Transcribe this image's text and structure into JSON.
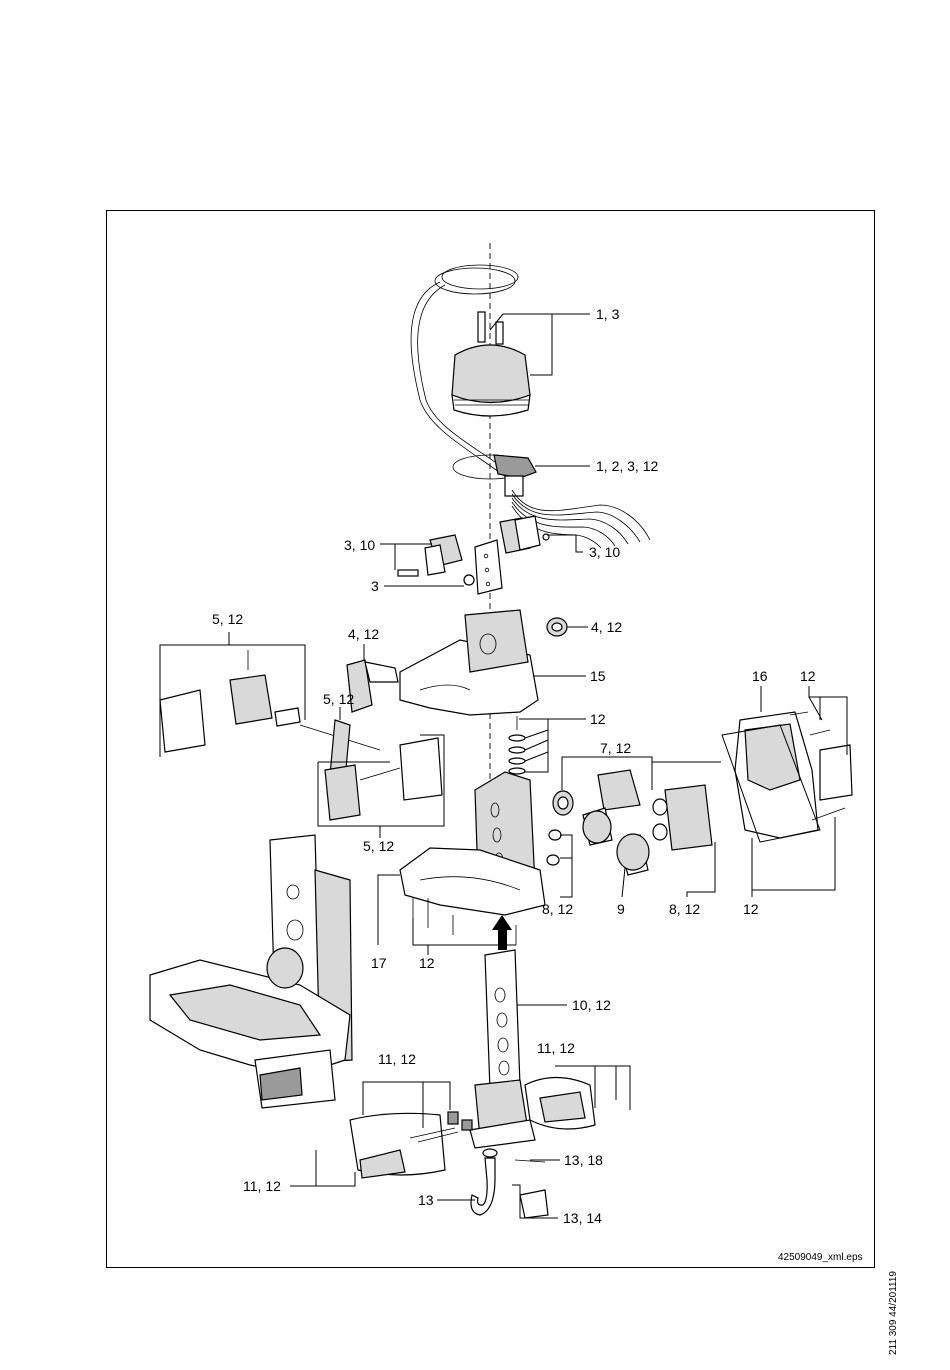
{
  "callouts": {
    "c1": "1, 3",
    "c2": "1, 2, 3, 12",
    "c3": "3, 10",
    "c4": "3, 10",
    "c5": "3",
    "c6": "4, 12",
    "c7": "4, 12",
    "c8": "5, 12",
    "c9": "15",
    "c10": "5, 12",
    "c11": "16",
    "c12": "12",
    "c13": "12",
    "c14": "7, 12",
    "c15": "5, 12",
    "c16": "8, 12",
    "c17": "9",
    "c18": "8, 12",
    "c19": "12",
    "c20": "17",
    "c21": "12",
    "c22": "10, 12",
    "c23": "11, 12",
    "c24": "11, 12",
    "c25": "13, 18",
    "c26": "11, 12",
    "c27": "13",
    "c28": "13, 14"
  },
  "file_name": "42509049_xml.eps",
  "side_code": "211 309 44/201119"
}
